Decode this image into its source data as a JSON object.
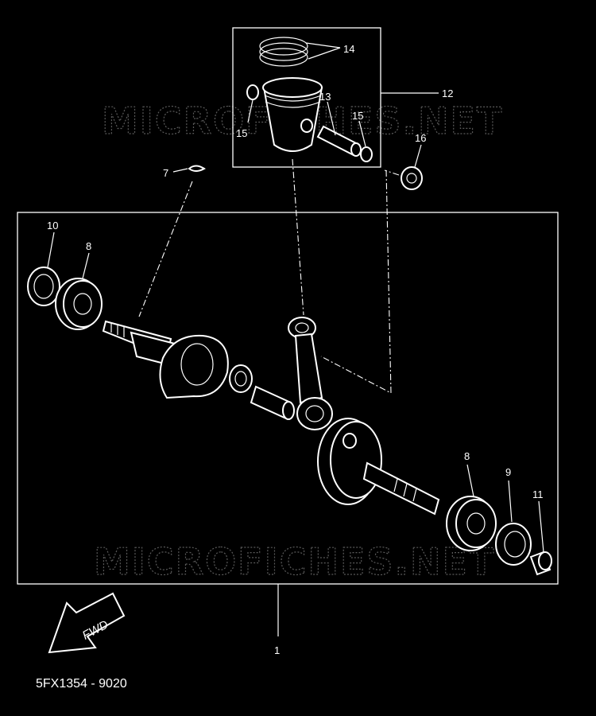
{
  "diagram": {
    "watermark_text": "MICROFICHES.NET",
    "figure_code": "5FX1354 - 9020",
    "fwd_label": "FWD",
    "callouts": {
      "c1": "1",
      "c7": "7",
      "c8a": "8",
      "c8b": "8",
      "c9": "9",
      "c10": "10",
      "c11": "11",
      "c12": "12",
      "c13": "13",
      "c14": "14",
      "c15a": "15",
      "c15b": "15",
      "c16": "16"
    },
    "colors": {
      "background": "#000000",
      "line": "#ffffff",
      "watermark": "#5a5a5a"
    }
  }
}
